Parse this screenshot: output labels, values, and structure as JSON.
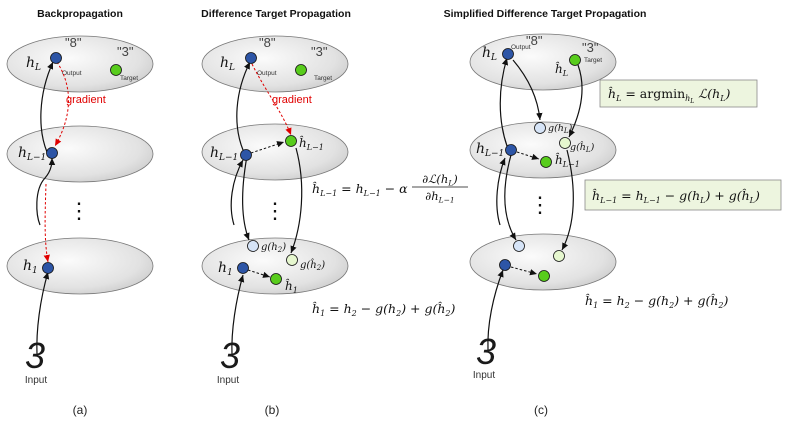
{
  "panels": [
    {
      "title": "Backpropagation",
      "caption": "(a)"
    },
    {
      "title": "Difference Target Propagation",
      "caption": "(b)"
    },
    {
      "title": "Simplified Difference Target Propagation",
      "caption": "(c)"
    }
  ],
  "labels": {
    "output_class": "\"8\"",
    "target_class": "\"3\"",
    "output_word": "Output",
    "target_word": "Target",
    "gradient": "gradient",
    "input_word": "Input",
    "input_digit": "3",
    "ellipsis": "⋮"
  },
  "symbols": {
    "h_L": "h_L",
    "h_Lm1": "h_{L-1}",
    "h_1": "h_1",
    "hat_h_L": "ĥ_L",
    "hat_h_Lm1": "ĥ_{L-1}",
    "hat_h_1": "ĥ_1",
    "g_h2": "g(h_2)",
    "g_hat_h2": "g(ĥ_2)",
    "g_hL": "g(h_L)",
    "g_hat_hL": "g(ĥ_L)"
  },
  "equations": {
    "b_hLm1_lhs": "ĥ_{L-1} = h_{L-1} − α",
    "b_hLm1_num": "∂ℒ(h_L)",
    "b_hLm1_den": "∂h_{L-1}",
    "b_h1": "ĥ_1 = h_2 − g(h_2) + g(ĥ_2)",
    "c_hL": "ĥ_L = argmin_{h_L} ℒ(h_L)",
    "c_hLm1": "ĥ_{L-1} = h_{L-1} − g(h_L) + g(ĥ_L)",
    "c_h1": "ĥ_1 = h_2 − g(h_2) + g(ĥ_2)"
  },
  "colors": {
    "node_blue": "#2d55a6",
    "node_green": "#58cc1c",
    "node_pale_blue": "#d6e4f7",
    "node_pale_green": "#e6f7cf",
    "gradient_red": "#e00000",
    "eq_box_fill": "#edf5df"
  }
}
